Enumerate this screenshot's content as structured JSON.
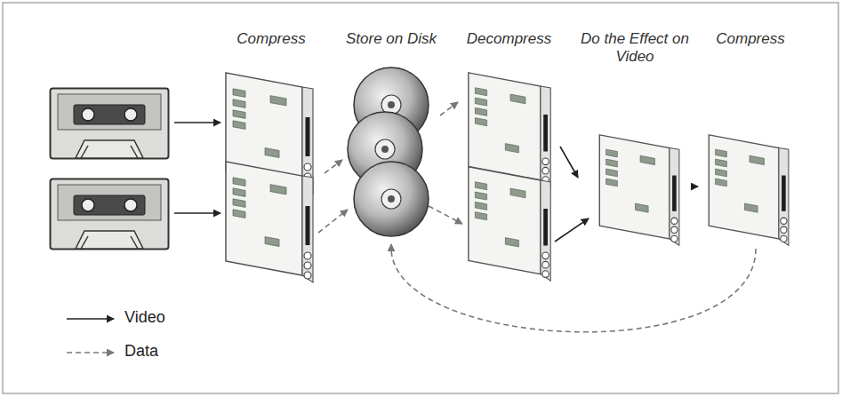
{
  "diagram": {
    "nodes": [
      {
        "text": [
          "Compress"
        ]
      },
      {
        "text": [
          "Store on Disk"
        ]
      },
      {
        "text": [
          "Decompress"
        ]
      },
      {
        "text": [
          "Do the Effect on Video"
        ]
      },
      {
        "text": [
          "Compress"
        ]
      }
    ],
    "edges": [
      {
        "from": 0,
        "to": 1,
        "arrow": "to"
      },
      {
        "from": 1,
        "to": 2,
        "arrow": "to"
      },
      {
        "from": 2,
        "to": 3,
        "arrow": "to"
      },
      {
        "from": 3,
        "to": 4,
        "arrow": "to"
      },
      {
        "from": 4,
        "to": 1,
        "arrow": "to"
      }
    ],
    "legend": [
      {
        "text": "Video"
      },
      {
        "text": "Data"
      }
    ]
  }
}
